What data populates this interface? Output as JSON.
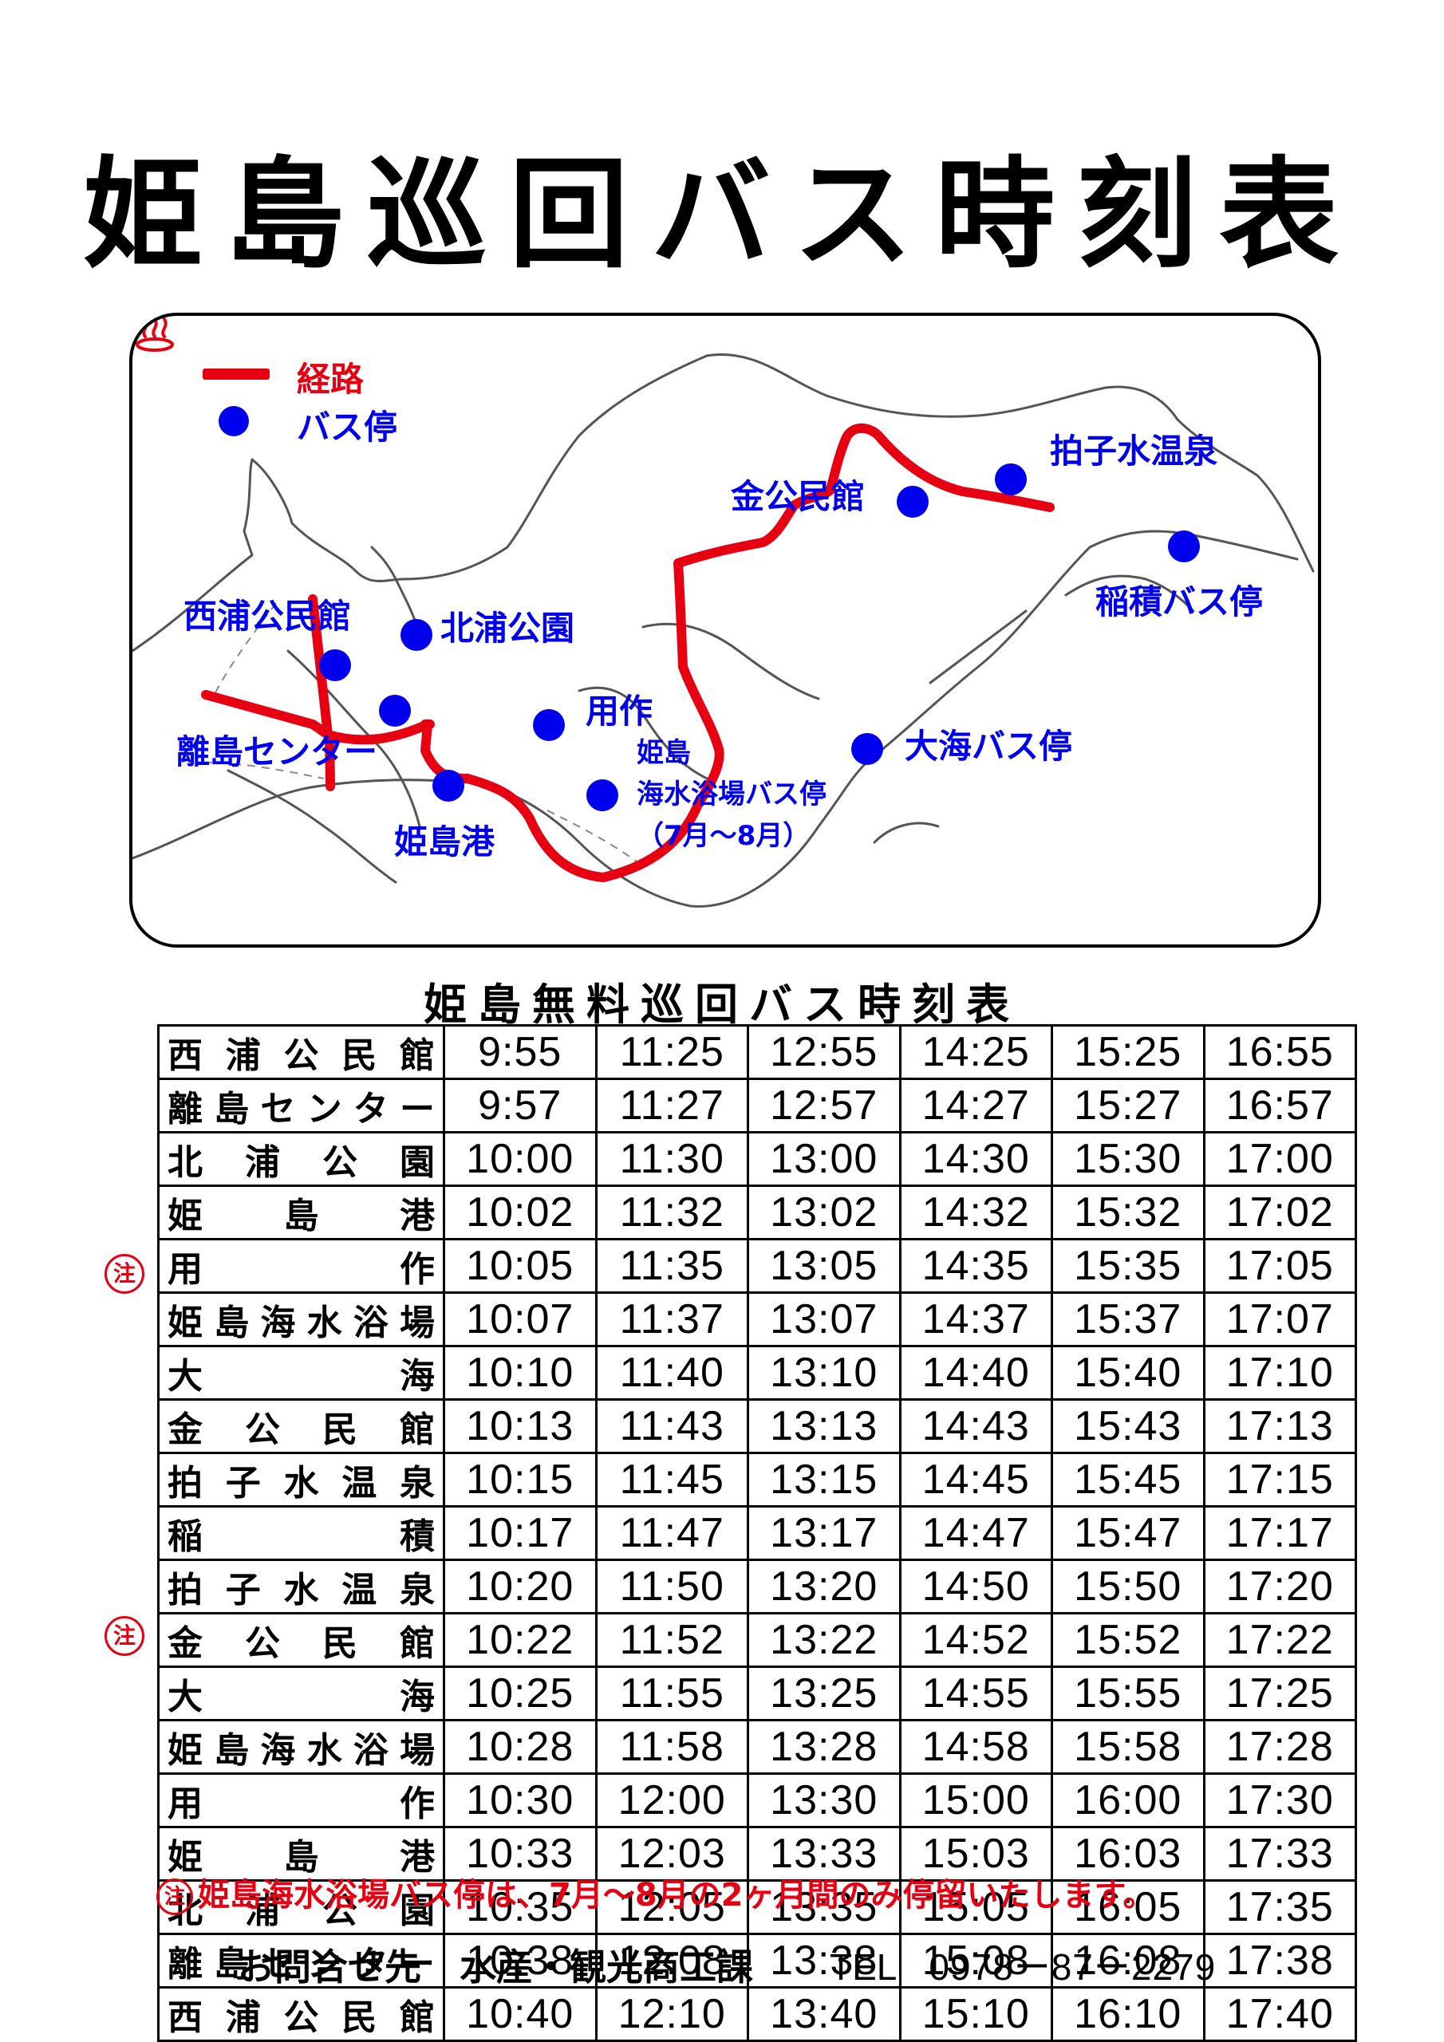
{
  "title": "姫島巡回バス時刻表",
  "map": {
    "legend": {
      "route_label": "経路",
      "stop_label": "バス停"
    },
    "route_color": "#e60012",
    "stop_color": "#0000ee",
    "stops": [
      {
        "id": "nishiura",
        "label": "西浦公民館"
      },
      {
        "id": "kitaura",
        "label": "北浦公園"
      },
      {
        "id": "youzaku",
        "label": "用作"
      },
      {
        "id": "ritou",
        "label": "離島センター"
      },
      {
        "id": "himejima_port",
        "label": "姫島港"
      },
      {
        "id": "beach_1",
        "label": "姫島"
      },
      {
        "id": "beach_2",
        "label": "海水浴場バス停"
      },
      {
        "id": "beach_3",
        "label": "（7月～8月）"
      },
      {
        "id": "kane",
        "label": "金公民館"
      },
      {
        "id": "hyoushimizu",
        "label": "拍子水温泉"
      },
      {
        "id": "inazumi",
        "label": "稲積バス停"
      },
      {
        "id": "oomi",
        "label": "大海バス停"
      }
    ]
  },
  "table_title": "姫島無料巡回バス時刻表",
  "note_mark": "注",
  "timetable": [
    {
      "stop": "西浦公民館",
      "times": [
        "9:55",
        "11:25",
        "12:55",
        "14:25",
        "15:25",
        "16:55"
      ]
    },
    {
      "stop": "離島センター",
      "times": [
        "9:57",
        "11:27",
        "12:57",
        "14:27",
        "15:27",
        "16:57"
      ]
    },
    {
      "stop": "北浦公園",
      "times": [
        "10:00",
        "11:30",
        "13:00",
        "14:30",
        "15:30",
        "17:00"
      ]
    },
    {
      "stop": "姫島港",
      "times": [
        "10:02",
        "11:32",
        "13:02",
        "14:32",
        "15:32",
        "17:02"
      ]
    },
    {
      "stop": "用作",
      "times": [
        "10:05",
        "11:35",
        "13:05",
        "14:35",
        "15:35",
        "17:05"
      ]
    },
    {
      "stop": "姫島海水浴場",
      "note": true,
      "times": [
        "10:07",
        "11:37",
        "13:07",
        "14:37",
        "15:37",
        "17:07"
      ]
    },
    {
      "stop": "大海",
      "times": [
        "10:10",
        "11:40",
        "13:10",
        "14:40",
        "15:40",
        "17:10"
      ]
    },
    {
      "stop": "金公民館",
      "times": [
        "10:13",
        "11:43",
        "13:13",
        "14:43",
        "15:43",
        "17:13"
      ]
    },
    {
      "stop": "拍子水温泉",
      "times": [
        "10:15",
        "11:45",
        "13:15",
        "14:45",
        "15:45",
        "17:15"
      ]
    },
    {
      "stop": "稲積",
      "times": [
        "10:17",
        "11:47",
        "13:17",
        "14:47",
        "15:47",
        "17:17"
      ]
    },
    {
      "stop": "拍子水温泉",
      "times": [
        "10:20",
        "11:50",
        "13:20",
        "14:50",
        "15:50",
        "17:20"
      ]
    },
    {
      "stop": "金公民館",
      "times": [
        "10:22",
        "11:52",
        "13:22",
        "14:52",
        "15:52",
        "17:22"
      ]
    },
    {
      "stop": "大海",
      "times": [
        "10:25",
        "11:55",
        "13:25",
        "14:55",
        "15:55",
        "17:25"
      ]
    },
    {
      "stop": "姫島海水浴場",
      "note": true,
      "times": [
        "10:28",
        "11:58",
        "13:28",
        "14:58",
        "15:58",
        "17:28"
      ]
    },
    {
      "stop": "用作",
      "times": [
        "10:30",
        "12:00",
        "13:30",
        "15:00",
        "16:00",
        "17:30"
      ]
    },
    {
      "stop": "姫島港",
      "times": [
        "10:33",
        "12:03",
        "13:33",
        "15:03",
        "16:03",
        "17:33"
      ]
    },
    {
      "stop": "北浦公園",
      "times": [
        "10:35",
        "12:05",
        "13:35",
        "15:05",
        "16:05",
        "17:35"
      ]
    },
    {
      "stop": "離島センター",
      "times": [
        "10:38",
        "12:08",
        "13:38",
        "15:08",
        "16:08",
        "17:38"
      ]
    },
    {
      "stop": "西浦公民館",
      "times": [
        "10:40",
        "12:10",
        "13:40",
        "15:10",
        "16:10",
        "17:40"
      ]
    }
  ],
  "footnote": "姫島海水浴場バス停は、7月～8月の2ヶ月間のみ停留いたします。",
  "contact": {
    "label": "お問合せ先",
    "org": "水産・観光商工課",
    "tel_label": "TEL",
    "tel": "0978ー87ー2279"
  }
}
